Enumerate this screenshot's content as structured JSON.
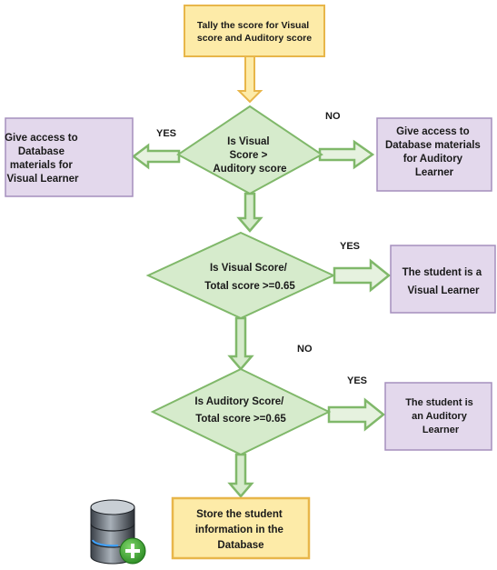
{
  "nodes": {
    "start": {
      "lines": [
        "Tally the score for Visual",
        "score and Auditory score"
      ]
    },
    "decision1": {
      "lines": [
        "Is Visual",
        "Score >",
        "Auditory score"
      ]
    },
    "visual_access": {
      "lines": [
        "Give access to",
        "Database",
        "materials for",
        "Visual Learner"
      ]
    },
    "auditory_access": {
      "lines": [
        "Give access to",
        "Database materials",
        "for Auditory",
        "Learner"
      ]
    },
    "decision2": {
      "lines": [
        "Is Visual Score/",
        "Total score >=0.65"
      ]
    },
    "visual_learner": {
      "lines": [
        "The student is a",
        "Visual Learner"
      ]
    },
    "decision3": {
      "lines": [
        "Is Auditory Score/",
        "Total score >=0.65"
      ]
    },
    "auditory_learner": {
      "lines": [
        "The student is",
        "an Auditory",
        "Learner"
      ]
    },
    "store": {
      "lines": [
        "Store the student",
        "information in the",
        "Database"
      ]
    }
  },
  "edge_labels": {
    "d1_yes": "YES",
    "d1_no": "NO",
    "d2_yes": "YES",
    "d2_no": "NO",
    "d3_yes": "YES"
  },
  "icons": {
    "database": "database-add-icon"
  },
  "colors": {
    "yellow_fill": "#fdeba8",
    "yellow_stroke": "#e8b64a",
    "purple_fill": "#e3d8ec",
    "purple_stroke": "#a58fbd",
    "green_fill": "#d6ebcc",
    "green_stroke": "#80b86a",
    "arrow_green": "#7ab463",
    "arrow_yellow": "#e8b64a"
  }
}
